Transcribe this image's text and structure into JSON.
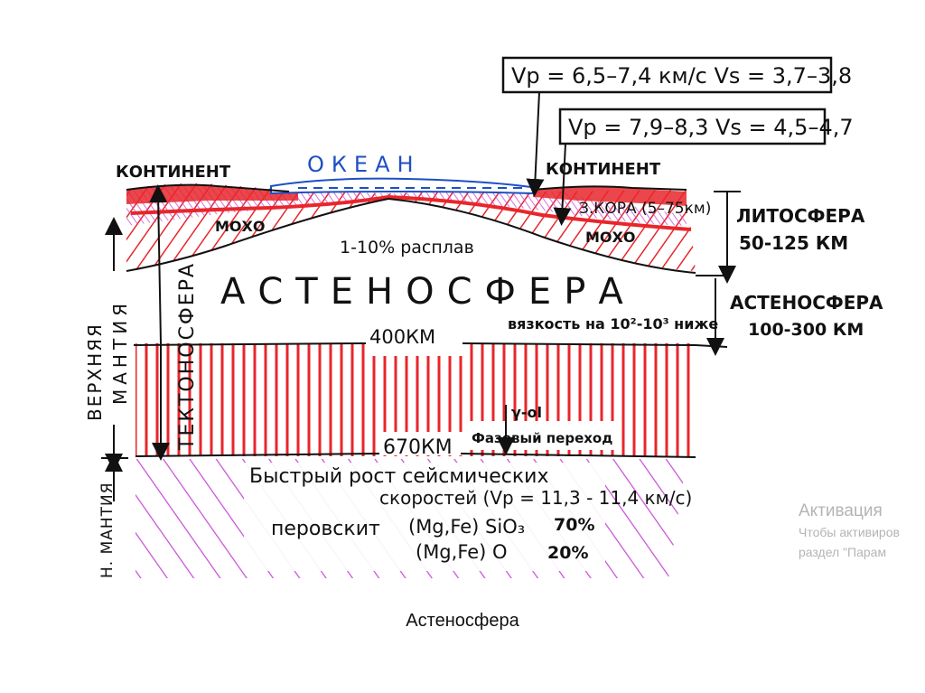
{
  "labels": {
    "vp_top": "Vp = 6,5–7,4 км/с  Vs = 3,7–3,8",
    "vp_mid": "Vp = 7,9–8,3  Vs = 4,5–4,7",
    "ocean": "ОКЕАН",
    "continent_left": "КОНТИНЕНТ",
    "continent_right": "КОНТИНЕНТ",
    "moho_left": "МОХО",
    "moho_right": "МОХО",
    "crust": "З.КОРА (5–75км)",
    "lithosphere_title": "ЛИТОСФЕРА",
    "lithosphere_range": "50-125 КМ",
    "melt": "1-10% расплав",
    "asthenosphere_big": "АСТЕНОСФЕРА",
    "viscosity": "вязкость на 10²-10³ ниже",
    "asthenosphere_title": "АСТЕНОСФЕРА",
    "asthenosphere_range": "100-300 КМ",
    "depth_400": "400КМ",
    "depth_670": "670КМ",
    "phase_a": "γ-ol",
    "phase_b": "Фазовый переход",
    "tectonosphere": "ТЕКТОНОСФЕРА",
    "upper_mantle_a": "ВЕРХНЯЯ",
    "upper_mantle_b": "МАНТИЯ",
    "lower_mantle": "Н. МАНТИЯ",
    "seismic_a": "Быстрый рост сейсмических",
    "seismic_b": "скоростей (Vp = 11,3 - 11,4 км/с)",
    "perovskite": "перовскит",
    "formula_1": "(Mg,Fe) SiO₃",
    "pct_1": "70%",
    "formula_2": "(Mg,Fe) O",
    "pct_2": "20%"
  },
  "caption": "Астеносфера",
  "watermark": {
    "line1": "Активация",
    "line2": "Чтобы активиров",
    "line3": "раздел \"Парам"
  },
  "colors": {
    "red": "#e8262b",
    "magenta": "#c94fd6",
    "blue": "#1d4fc4",
    "ink": "#111111"
  }
}
